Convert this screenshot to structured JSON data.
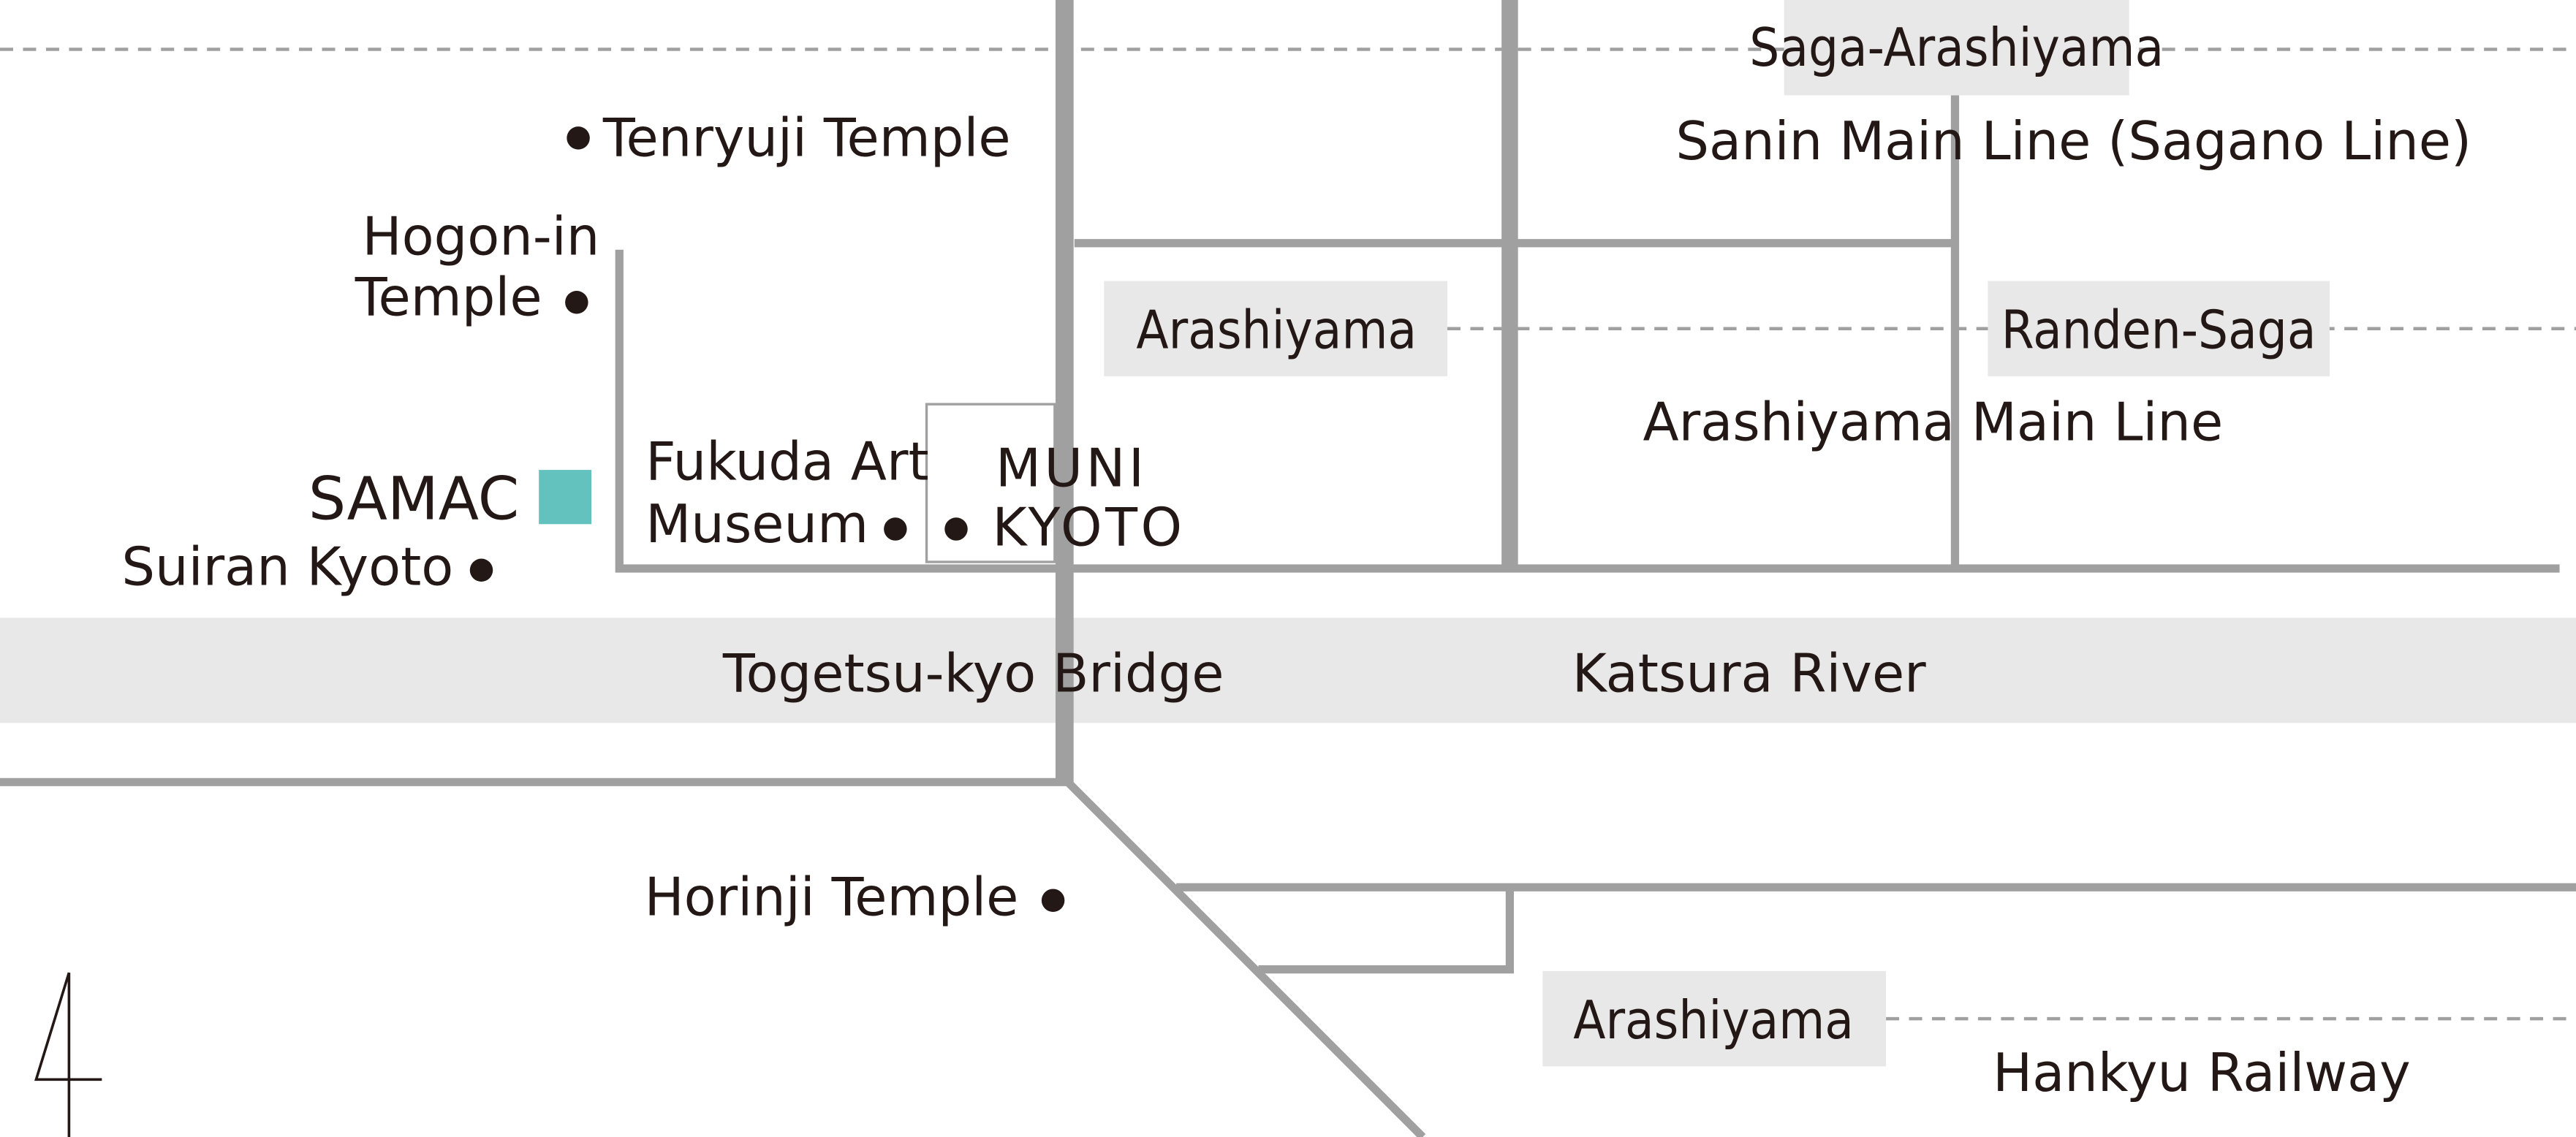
{
  "colors": {
    "road": "#a0a0a0",
    "river": "#e8e8e8",
    "samac": "#63c2bd",
    "text": "#231815"
  },
  "stations": {
    "saga_arashiyama": "Saga-Arashiyama",
    "randen_arashiyama": "Arashiyama",
    "randen_saga": "Randen-Saga",
    "hankyu_arashiyama": "Arashiyama"
  },
  "lines": {
    "sanin": "Sanin Main Line (Sagano Line)",
    "arashiyama_main": "Arashiyama Main Line",
    "hankyu": "Hankyu Railway"
  },
  "places": {
    "tenryuji": "Tenryuji Temple",
    "hogon_1": "Hogon-in",
    "hogon_2": "Temple",
    "samac": "SAMAC",
    "suiran": "Suiran Kyoto",
    "fukuda_1": "Fukuda Art",
    "fukuda_2": "Museum",
    "muni_1": "MUNI",
    "muni_2": "KYOTO",
    "horinji": "Horinji Temple"
  },
  "landmarks": {
    "bridge": "Togetsu-kyo Bridge",
    "river": "Katsura River"
  },
  "north_icon": "north-arrow-icon"
}
